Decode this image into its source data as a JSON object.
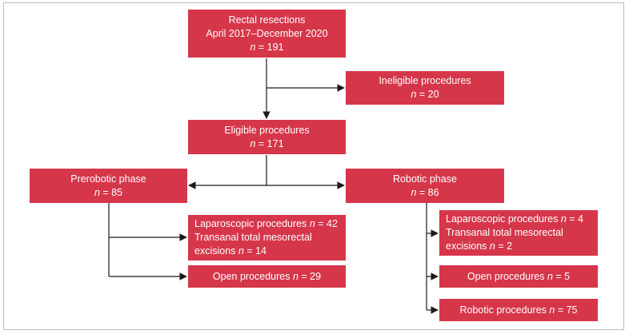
{
  "flowchart": {
    "resections": {
      "title": "Rectal resections",
      "period": "April 2017–December 2020",
      "n_label": "n",
      "n_value": "= 191"
    },
    "ineligible": {
      "title": "Ineligible procedures",
      "n_label": "n",
      "n_value": "= 20"
    },
    "eligible": {
      "title": "Eligible procedures",
      "n_label": "n",
      "n_value": "= 171"
    },
    "prerobotic": {
      "title": "Prerobotic phase",
      "n_label": "n",
      "n_value": "= 85",
      "laparoscopic": {
        "text": "Laparoscopic procedures ",
        "n_label": "n",
        "n_value": "= 42"
      },
      "transanal_line1": "Transanal total mesorectal",
      "transanal_line2": "excisions ",
      "transanal_n_label": "n",
      "transanal_n_value": "= 14",
      "open": {
        "text": "Open procedures ",
        "n_label": "n",
        "n_value": "= 29"
      }
    },
    "robotic": {
      "title": "Robotic phase",
      "n_label": "n",
      "n_value": "= 86",
      "laparoscopic": {
        "text": "Laparoscopic procedures ",
        "n_label": "n",
        "n_value": "= 4"
      },
      "transanal_line1": "Transanal total mesorectal",
      "transanal_line2": "excisions ",
      "transanal_n_label": "n",
      "transanal_n_value": "= 2",
      "open": {
        "text": "Open procedures ",
        "n_label": "n",
        "n_value": "= 5"
      },
      "robotic_procedures": {
        "text": "Robotic procedures ",
        "n_label": "n",
        "n_value": "= 75"
      }
    }
  },
  "colors": {
    "box": "#d6364a",
    "text": "#ffffff",
    "lines": "#1a1a1a",
    "frame": "#bdbdbd"
  }
}
